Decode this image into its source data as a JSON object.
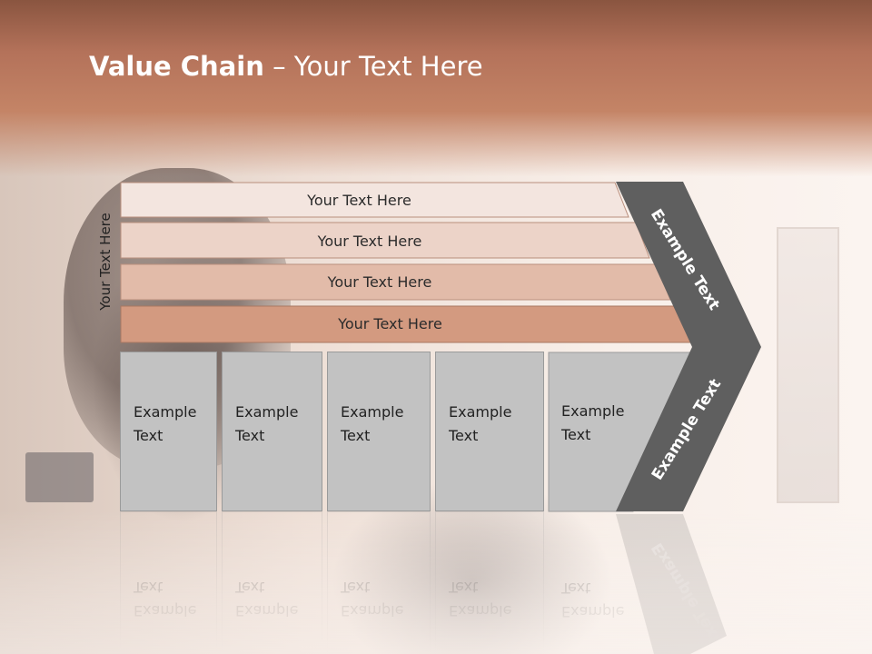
{
  "slide": {
    "title_bold": "Value Chain",
    "title_rest": " – Your Text Here",
    "side_label": "Your Text Here",
    "bars": [
      {
        "label": "Your Text Here",
        "color": "#f3e5df"
      },
      {
        "label": "Your Text Here",
        "color": "#ecd3c8"
      },
      {
        "label": "Your Text Here",
        "color": "#e2bba9"
      },
      {
        "label": "Your Text Here",
        "color": "#d39a80"
      }
    ],
    "columns": [
      {
        "line1": "Example",
        "line2": "Text"
      },
      {
        "line1": "Example",
        "line2": "Text"
      },
      {
        "line1": "Example",
        "line2": "Text"
      },
      {
        "line1": "Example",
        "line2": "Text"
      },
      {
        "line1": "Example",
        "line2": "Text"
      }
    ],
    "chevron_top_label": "Example Text",
    "chevron_bottom_label": "Example Text",
    "colors": {
      "chevron": "#5f5f5f",
      "column_fill": "#c2c2c2",
      "title_text": "#ffffff"
    }
  }
}
